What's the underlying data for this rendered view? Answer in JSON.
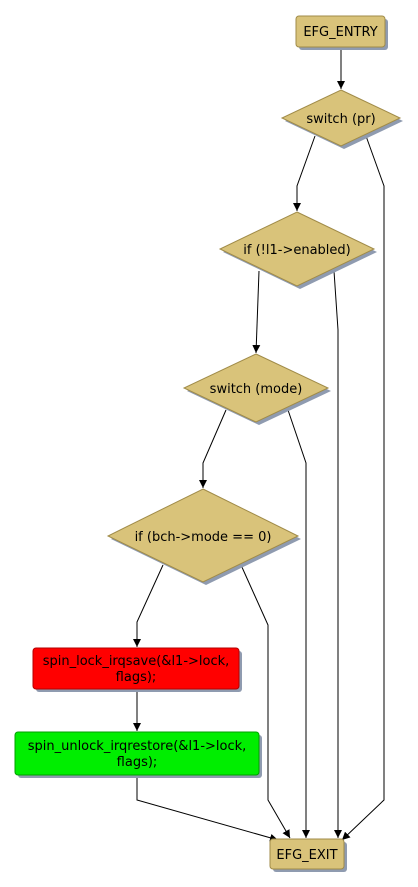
{
  "colors": {
    "node_fill": "#d9c37a",
    "node_stroke": "#a08b48",
    "shadow": "#8f9bb0",
    "error_fill": "#ff0000",
    "error_stroke": "#b40000",
    "ok_fill": "#00ee00",
    "ok_stroke": "#00a000",
    "edge": "#000000"
  },
  "nodes": {
    "entry": {
      "label": "EFG_ENTRY"
    },
    "switch_pr": {
      "label": "switch (pr)"
    },
    "if_enabled": {
      "label": "if (!l1->enabled)"
    },
    "switch_mode": {
      "label": "switch (mode)"
    },
    "if_bch_mode": {
      "label": "if (bch->mode == 0)"
    },
    "lock": {
      "line1": "spin_lock_irqsave(&l1->lock,",
      "line2": "flags);"
    },
    "unlock": {
      "line1": "spin_unlock_irqrestore(&l1->lock,",
      "line2": "flags);"
    },
    "exit": {
      "label": "EFG_EXIT"
    }
  }
}
